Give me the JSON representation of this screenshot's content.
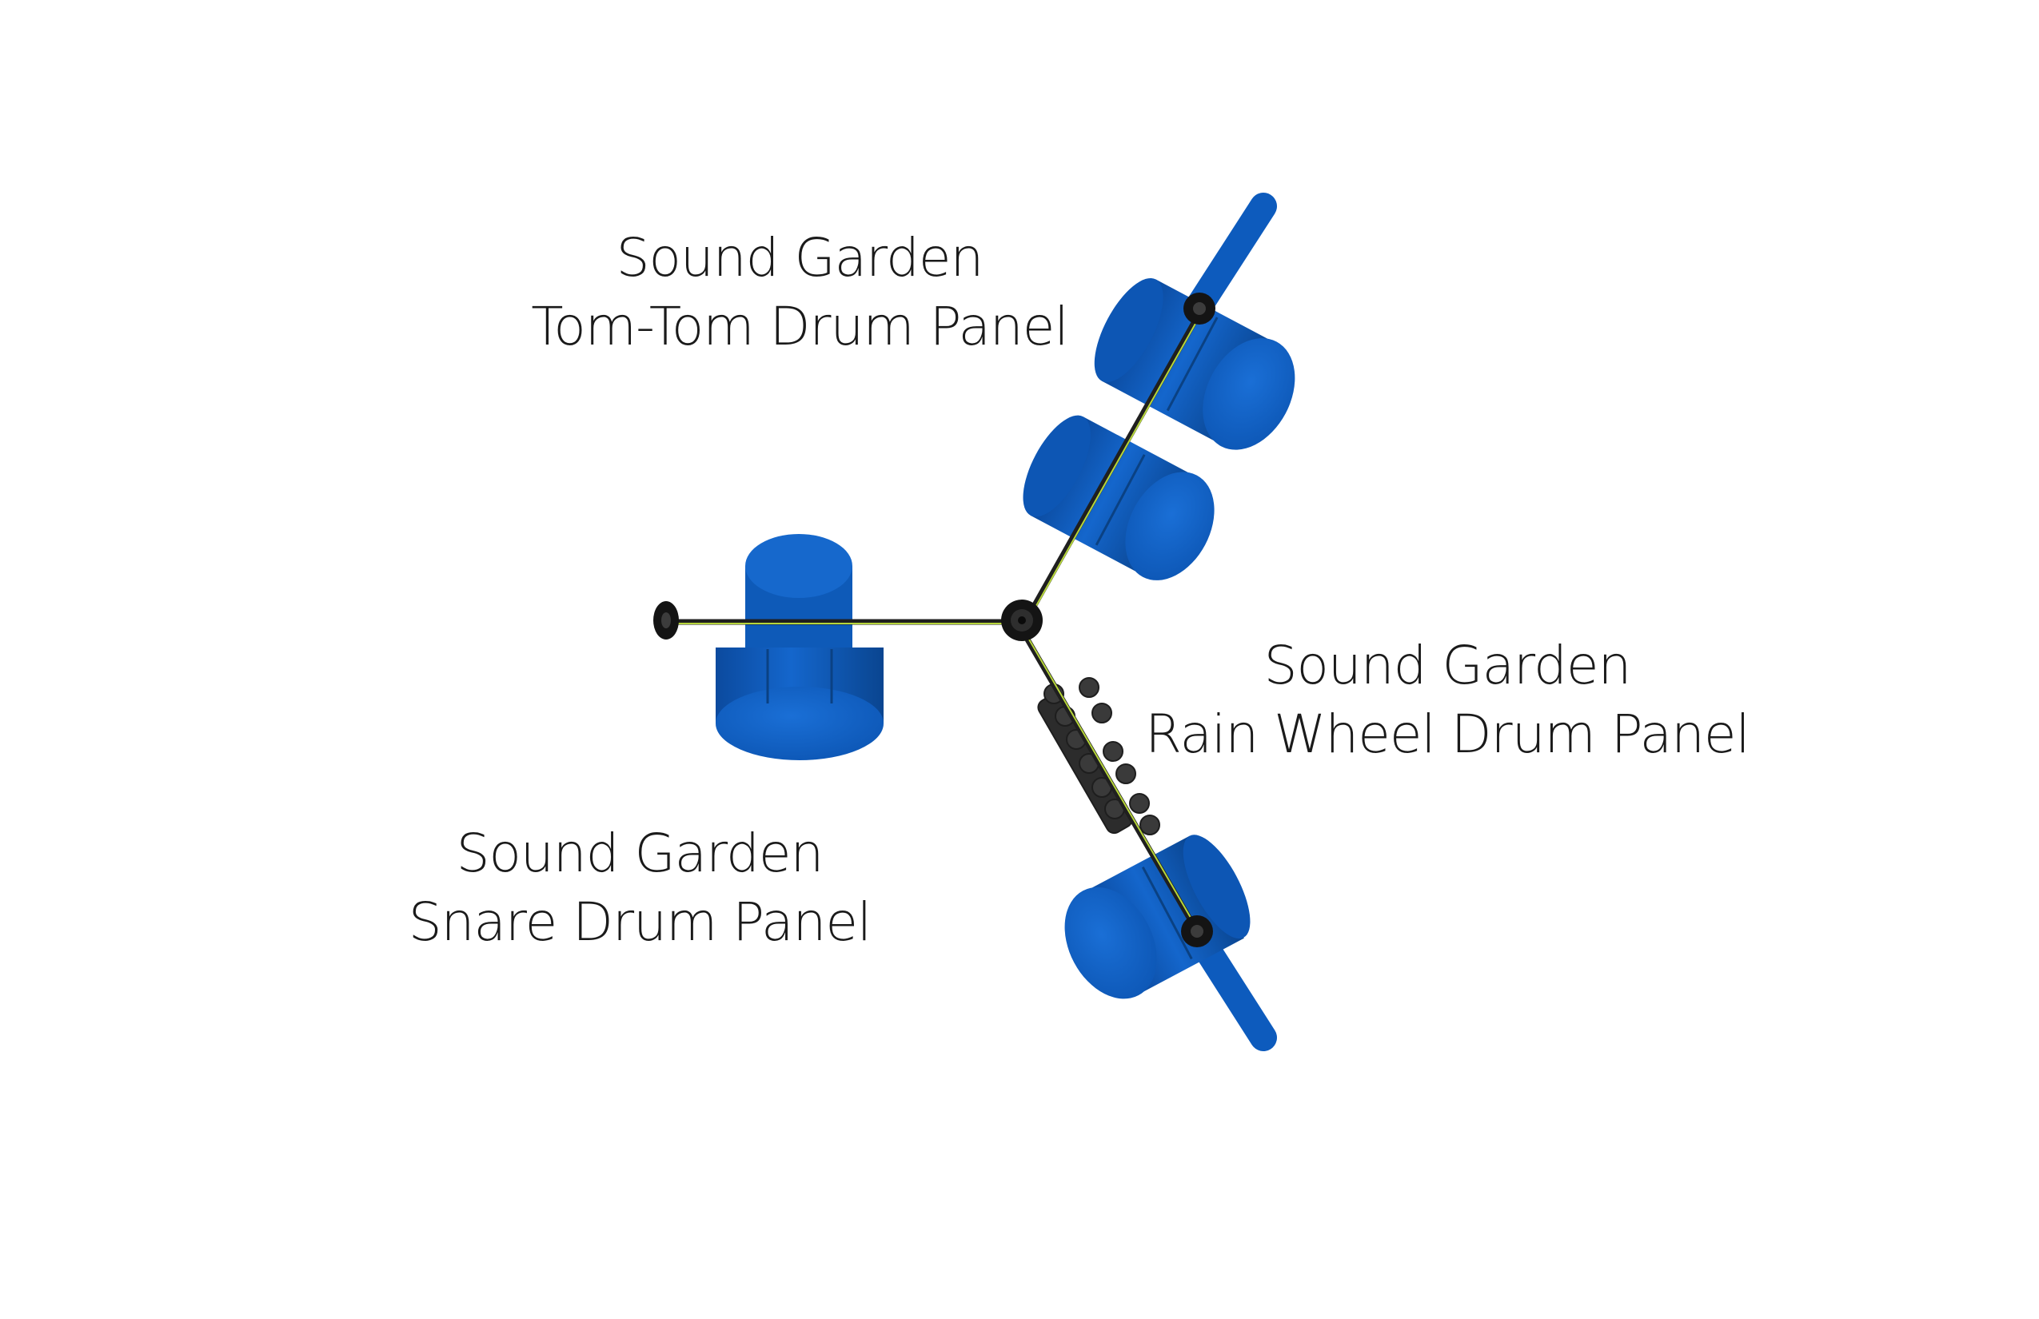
{
  "labels": {
    "tomtom": {
      "line1": "Sound Garden",
      "line2": "Tom-Tom Drum Panel"
    },
    "rain": {
      "line1": "Sound Garden",
      "line2": "Rain Wheel Drum Panel"
    },
    "snare": {
      "line1": "Sound Garden",
      "line2": "Snare Drum Panel"
    }
  },
  "colors": {
    "drum_body": "#0f5cc0",
    "drum_dark": "#0b4796",
    "drum_light": "#1e73d8",
    "post": "#0a58b8",
    "beam": "#222222",
    "beam_accent": "#b7d63a",
    "hub": "#141414",
    "bead": "#3a3a3a"
  }
}
